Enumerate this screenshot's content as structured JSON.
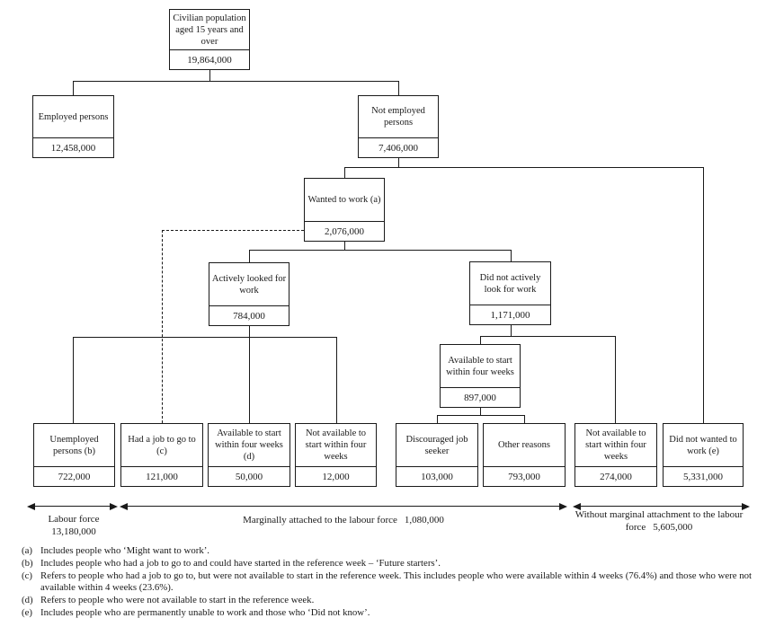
{
  "nodes": {
    "civilian": {
      "label": "Civilian population aged 15 years and over",
      "value": "19,864,000"
    },
    "employed": {
      "label": "Employed persons",
      "value": "12,458,000"
    },
    "not_employed": {
      "label": "Not employed persons",
      "value": "7,406,000"
    },
    "wanted_to_work": {
      "label": "Wanted to work (a)",
      "value": "2,076,000"
    },
    "actively_looked": {
      "label": "Actively looked for work",
      "value": "784,000"
    },
    "did_not_actively_look": {
      "label": "Did not actively look for work",
      "value": "1,171,000"
    },
    "available_four_weeks": {
      "label": "Available to start within four weeks",
      "value": "897,000"
    },
    "unemployed": {
      "label": "Unemployed persons (b)",
      "value": "722,000"
    },
    "had_job": {
      "label": "Had a job to go to (c)",
      "value": "121,000"
    },
    "available_d": {
      "label": "Available to start within four weeks (d)",
      "value": "50,000"
    },
    "not_available_start": {
      "label": "Not available to start within four weeks",
      "value": "12,000"
    },
    "discouraged": {
      "label": "Discouraged job seeker",
      "value": "103,000"
    },
    "other_reasons": {
      "label": "Other reasons",
      "value": "793,000"
    },
    "not_available_start_2": {
      "label": "Not available to start within four weeks",
      "value": "274,000"
    },
    "did_not_want": {
      "label": "Did not wanted to work (e)",
      "value": "5,331,000"
    }
  },
  "ranges": [
    {
      "label": "Labour force",
      "value": "13,180,000"
    },
    {
      "label": "Marginally attached to the labour force",
      "value": "1,080,000"
    },
    {
      "label": "Without marginal attachment to the labour force",
      "value": "5,605,000"
    }
  ],
  "footnotes": [
    {
      "id": "(a)",
      "text": "Includes people who ‘Might want to work’."
    },
    {
      "id": "(b)",
      "text": "Includes people who had a job to go to and could have started in the reference week – ‘Future starters’."
    },
    {
      "id": "(c)",
      "text": "Refers to people who had a job to go to, but were not available to start in the reference week. This includes people who were available within 4 weeks (76.4%) and those who were not available within 4 weeks (23.6%)."
    },
    {
      "id": "(d)",
      "text": "Refers to people who were not available to start in the reference week."
    },
    {
      "id": "(e)",
      "text": "Includes people who are permanently unable to work and those who ‘Did not know’."
    }
  ],
  "colors": {
    "line": "#1a1a1a",
    "text": "#1a1a1a",
    "background": "#ffffff"
  }
}
